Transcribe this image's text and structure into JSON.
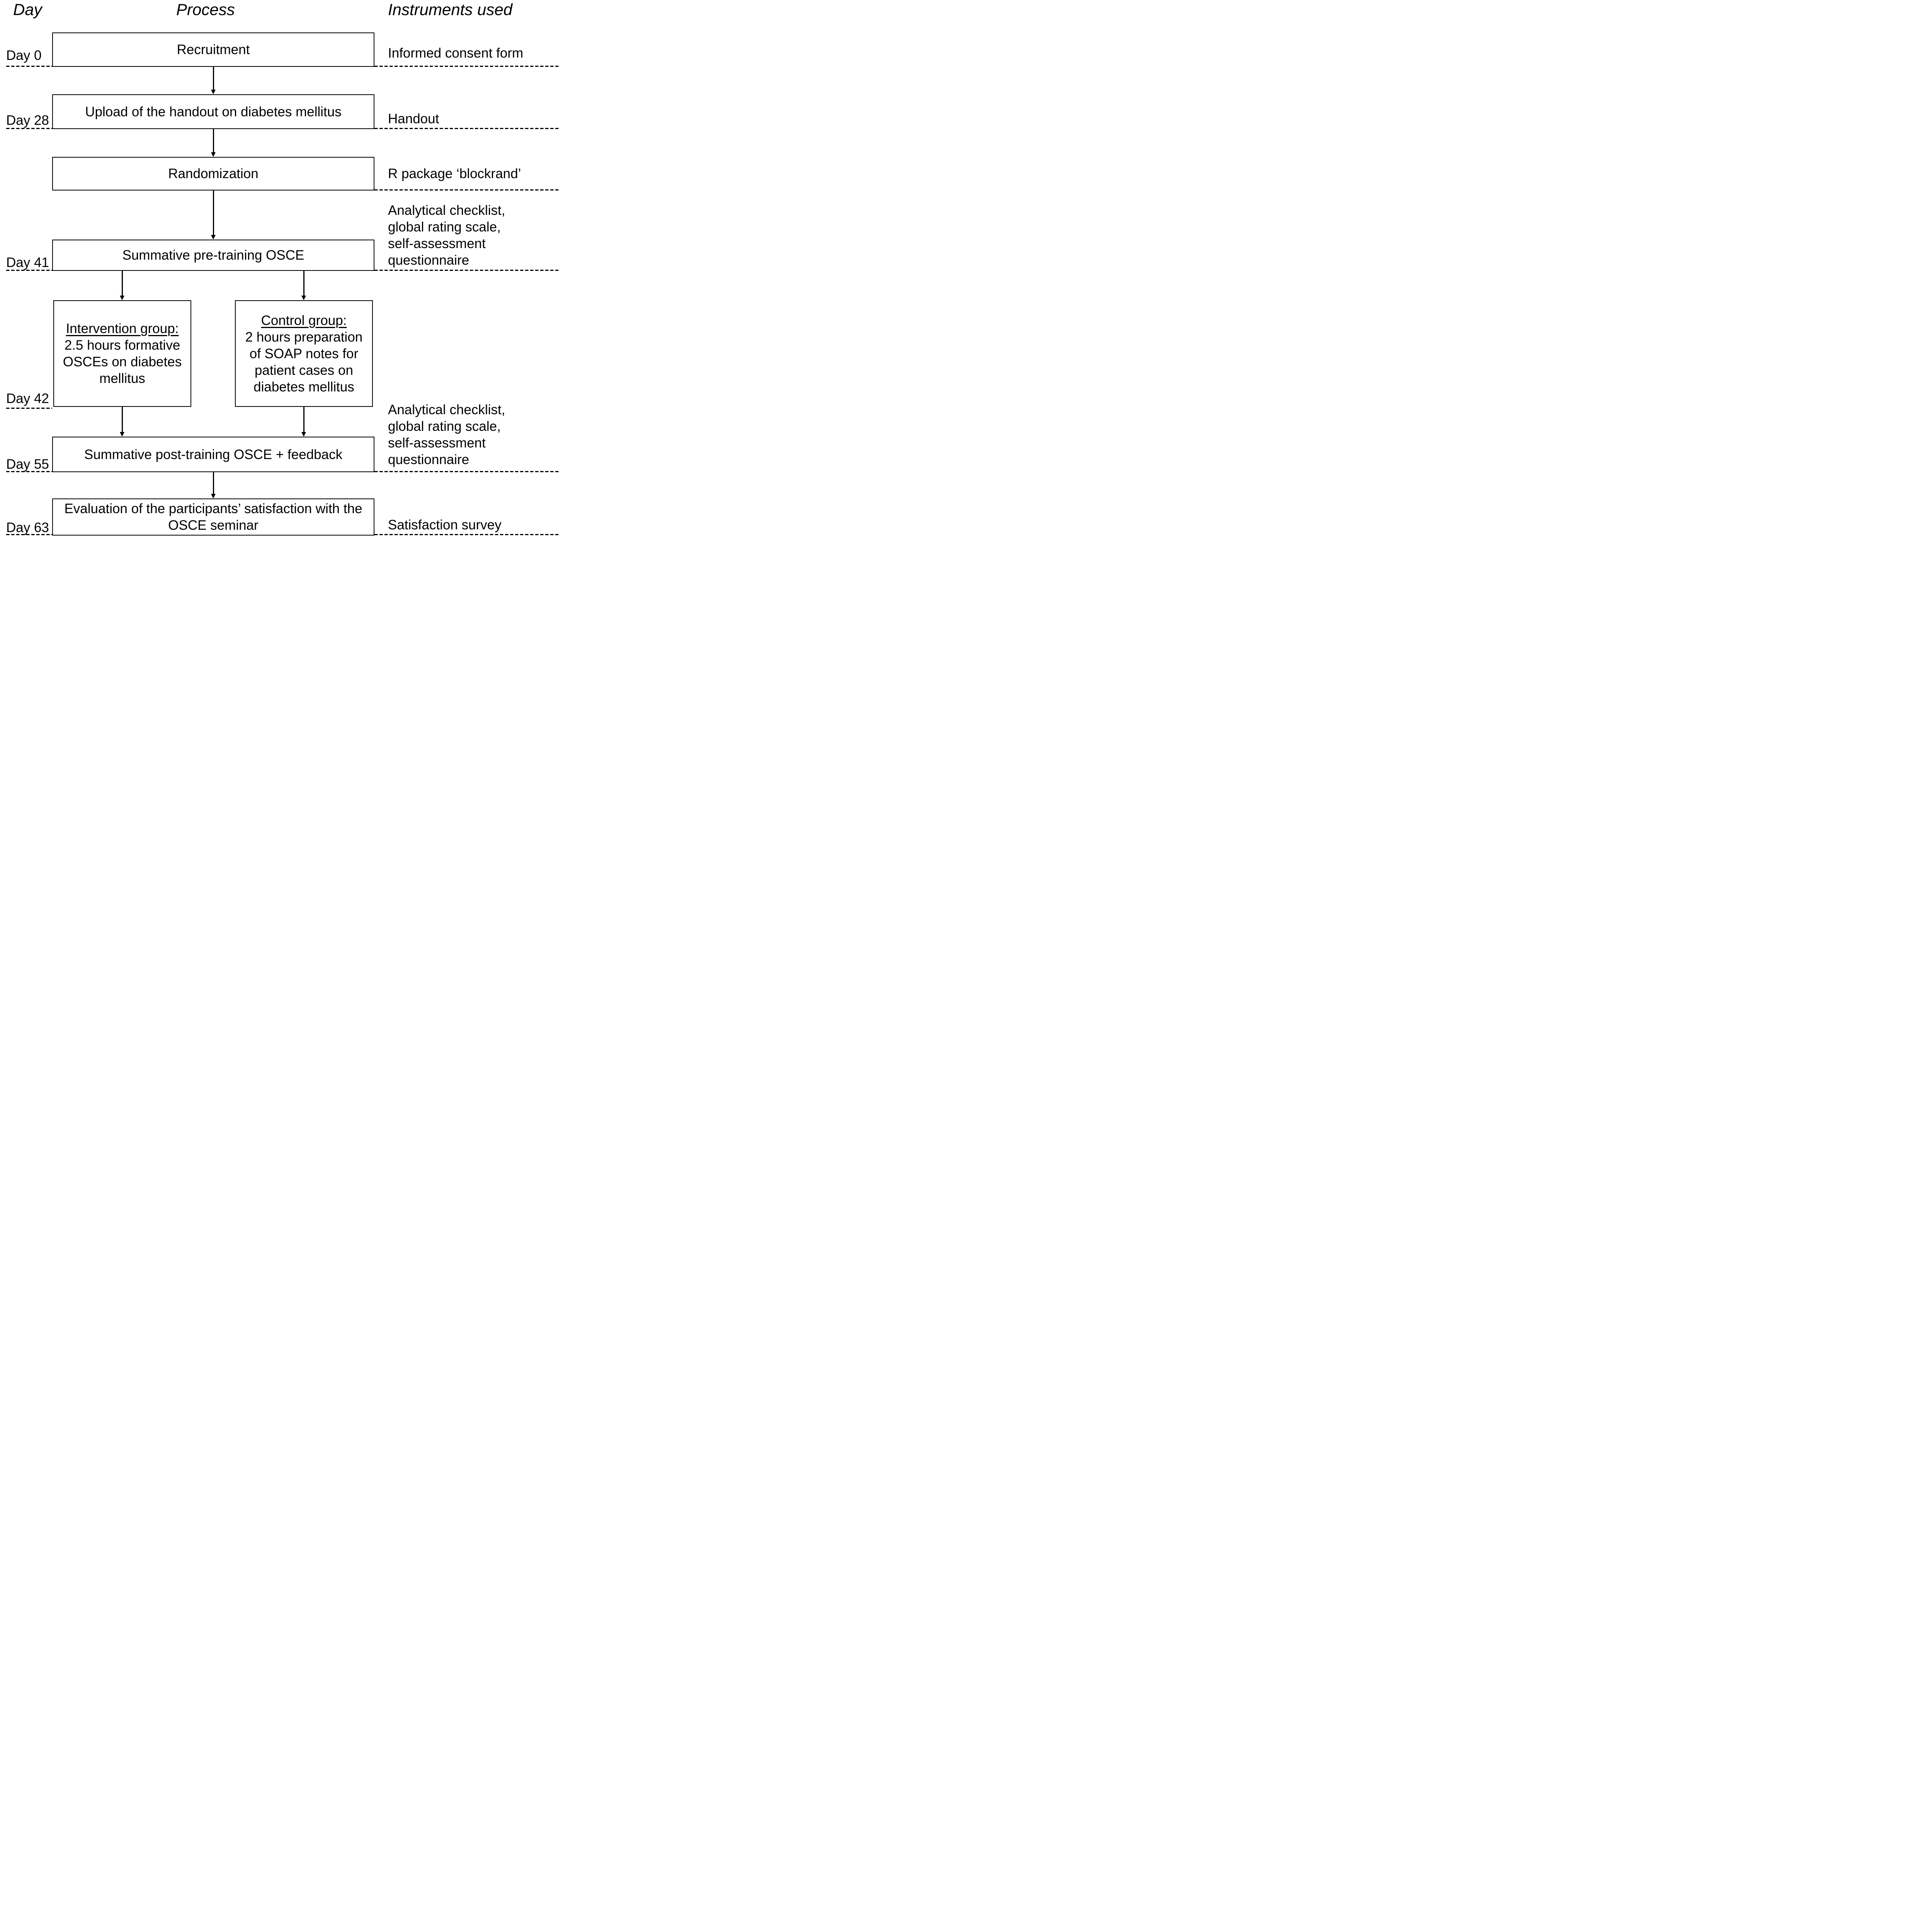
{
  "columns": {
    "day": "Day",
    "process": "Process",
    "instruments": "Instruments used"
  },
  "days": [
    {
      "label": "Day 0"
    },
    {
      "label": "Day 28"
    },
    {
      "label": "Day 41"
    },
    {
      "label": "Day 42"
    },
    {
      "label": "Day 55"
    },
    {
      "label": "Day 63"
    }
  ],
  "process": {
    "recruitment": {
      "label": "Recruitment"
    },
    "upload": {
      "label": "Upload of the handout on diabetes mellitus"
    },
    "randomization": {
      "label": "Randomization"
    },
    "pre_training_osce": {
      "label": "Summative pre-training OSCE"
    },
    "intervention_group": {
      "heading": "Intervention group:",
      "body": "2.5 hours formative\nOSCEs on diabetes\nmellitus"
    },
    "control_group": {
      "heading": "Control group:",
      "body": "2 hours preparation\nof SOAP notes for\npatient cases on\ndiabetes mellitus"
    },
    "post_training_osce": {
      "label": "Summative post-training OSCE + feedback"
    },
    "evaluation": {
      "label": "Evaluation of the participants’ satisfaction with the\nOSCE seminar"
    }
  },
  "instruments": {
    "informed_consent": "Informed consent form",
    "handout": "Handout",
    "blockrand": "R package ‘blockrand’",
    "pre_osce_instruments": "Analytical checklist,\nglobal rating scale,\nself-assessment\nquestionnaire",
    "post_osce_instruments": "Analytical checklist,\nglobal rating scale,\nself-assessment\nquestionnaire",
    "satisfaction_survey": "Satisfaction survey"
  },
  "colors": {
    "foreground": "#000000",
    "background": "#ffffff"
  }
}
